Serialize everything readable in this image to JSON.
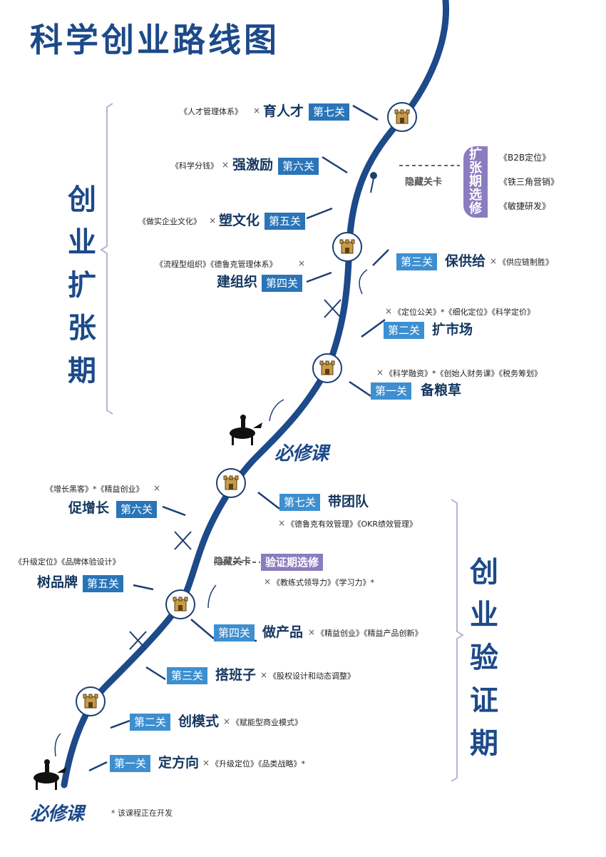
{
  "title": "科学创业路线图",
  "phases": {
    "expansion": [
      "创",
      "业",
      "扩",
      "张",
      "期"
    ],
    "validation": [
      "创",
      "业",
      "验",
      "证",
      "期"
    ]
  },
  "required_course": "必修课",
  "footnote": "* 该课程正在开发",
  "expansion_stages": [
    {
      "badge": "第七关",
      "action": "育人才",
      "books": "《人才管理体系》",
      "x": "×"
    },
    {
      "badge": "第六关",
      "action": "强激励",
      "books": "《科学分钱》",
      "x": "×"
    },
    {
      "badge": "第五关",
      "action": "塑文化",
      "books": "《做实企业文化》",
      "x": "×"
    },
    {
      "badge": "第四关",
      "action": "建组织",
      "books": "《流程型组织》《德鲁克管理体系》",
      "x": "×"
    },
    {
      "badge": "第三关",
      "action": "保供给",
      "books": "《供应链制胜》",
      "x": "×"
    },
    {
      "badge": "第二关",
      "action": "扩市场",
      "books": "《定位公关》*《细化定位》《科学定价》",
      "x": "×"
    },
    {
      "badge": "第一关",
      "action": "备粮草",
      "books": "《科学融资》*《创始人财务课》《税务筹划》",
      "x": "×"
    }
  ],
  "expansion_hidden": {
    "label": "隐藏关卡",
    "box": [
      "扩",
      "张",
      "期",
      "选",
      "修"
    ],
    "items": [
      "《B2B定位》",
      "《铁三角营销》",
      "《敏捷研发》"
    ]
  },
  "validation_stages": [
    {
      "badge": "第七关",
      "action": "带团队",
      "books": "《德鲁克有效管理》《OKR绩效管理》",
      "x": "×"
    },
    {
      "badge": "第六关",
      "action": "促增长",
      "books": "《增长黑客》*《精益创业》",
      "x": "×"
    },
    {
      "badge": "第五关",
      "action": "树品牌",
      "books": "《升级定位》《品牌体验设计》",
      "x": ""
    },
    {
      "badge": "第四关",
      "action": "做产品",
      "books": "《精益创业》《精益产品创新》",
      "x": "×"
    },
    {
      "badge": "第三关",
      "action": "搭班子",
      "books": "《股权设计和动态调整》",
      "x": "×"
    },
    {
      "badge": "第二关",
      "action": "创模式",
      "books": "《赋能型商业模式》",
      "x": "×"
    },
    {
      "badge": "第一关",
      "action": "定方向",
      "books": "《升级定位》《品类战略》*",
      "x": "×"
    }
  ],
  "validation_hidden": {
    "label": "隐藏关卡",
    "badge": "验证期选修",
    "books": "《教练式领导力》《学习力》*",
    "x": "×"
  },
  "colors": {
    "road": "#1c4a8a",
    "badge": "#3d8fd0",
    "purple": "#8b7cc0",
    "title": "#1c4a8a"
  }
}
